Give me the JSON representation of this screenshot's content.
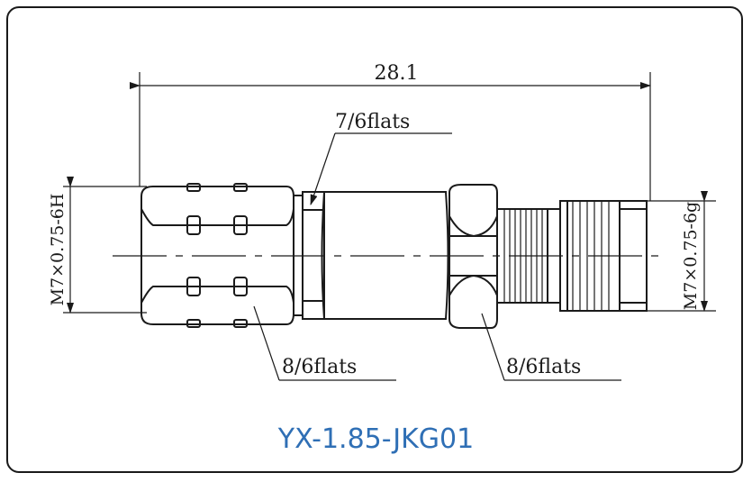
{
  "drawing": {
    "overall_length": "28.1",
    "flats_top": "7/6flats",
    "flats_left": "8/6flats",
    "flats_right": "8/6flats",
    "thread_left": "M7×0.75-6H",
    "thread_right": "M7×0.75-6g"
  },
  "caption": "YX-1.85-JKG01",
  "colors": {
    "caption": "#2f6fb5",
    "line": "#1a1a1a"
  }
}
